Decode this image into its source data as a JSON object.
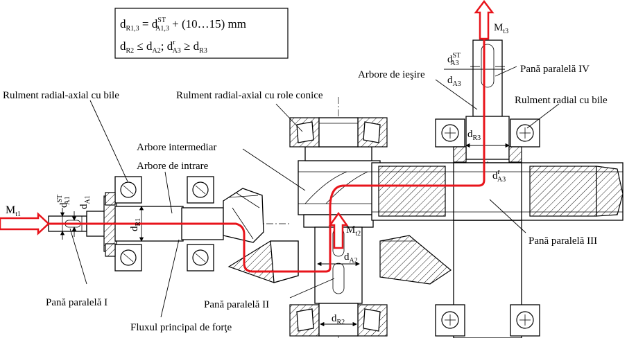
{
  "formula_box": {
    "line1_main": "d",
    "line1_sub": "R1,3",
    "line1_eq": " = d",
    "line1_sup": "ST",
    "line1_sub2": "A1,3",
    "line1_tail": " + (10…15) mm",
    "line2_a": "d",
    "line2_a_sub": "R2",
    "line2_le": " ≤ d",
    "line2_b_sub": "A2",
    "line2_sep": "; d",
    "line2_c_sup": "r",
    "line2_c_sub": "A3",
    "line2_ge": " ≥ d",
    "line2_d_sub": "R3"
  },
  "labels": {
    "rulment_radial_axial_bile": "Rulment radial-axial cu bile",
    "rulment_radial_axial_role": "Rulment radial-axial cu role conice",
    "arbore_iesire": "Arbore de ieşire",
    "pana_paralela_iv": "Pană paralelă IV",
    "rulment_radial_bile": "Rulment radial cu bile",
    "arbore_intermediar": "Arbore intermediar",
    "arbore_intrare": "Arbore de intrare",
    "pana_paralela_iii": "Pană paralelă III",
    "pana_paralela_i": "Pană paralelă I",
    "pana_paralela_ii": "Pană paralelă II",
    "fluxul_principal": "Fluxul principal de forţe"
  },
  "symbols": {
    "mt1_main": "M",
    "mt1_sub": "t1",
    "mt2_main": "M",
    "mt2_sub": "t2",
    "mt3_main": "M",
    "mt3_sub": "t3",
    "dst_a1_main": "d",
    "dst_a1_sup": "ST",
    "dst_a1_sub": "A1",
    "da1_main": "d",
    "da1_sub": "A1",
    "dr1_main": "d",
    "dr1_sub": "R1",
    "da2_main": "d",
    "da2_sub": "A2",
    "dr2_main": "d",
    "dr2_sub": "R2",
    "dr3_main": "d",
    "dr3_sub": "R3",
    "dra3_main": "d",
    "dra3_sup": "r",
    "dra3_sub": "A3",
    "dst_a3_main": "d",
    "dst_a3_sup": "ST",
    "dst_a3_sub": "A3",
    "da3_main": "d",
    "da3_sub": "A3"
  },
  "colors": {
    "flow_line": "#e8141b",
    "drawing": "#000000",
    "background": "#ffffff"
  }
}
